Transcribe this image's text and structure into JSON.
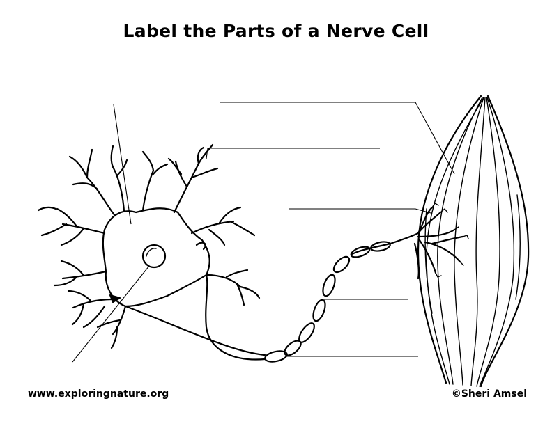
{
  "title": "Label the Parts of a Nerve Cell",
  "footer": {
    "website": "www.exploringnature.org",
    "copyright": "©Sheri Amsel"
  },
  "label_blanks": [
    {
      "name": "blank-cell-body"
    },
    {
      "name": "blank-nucleus"
    },
    {
      "name": "blank-dendrites"
    },
    {
      "name": "blank-muscle"
    },
    {
      "name": "blank-axon-terminal"
    },
    {
      "name": "blank-myelin-sheath"
    },
    {
      "name": "blank-axon"
    }
  ]
}
